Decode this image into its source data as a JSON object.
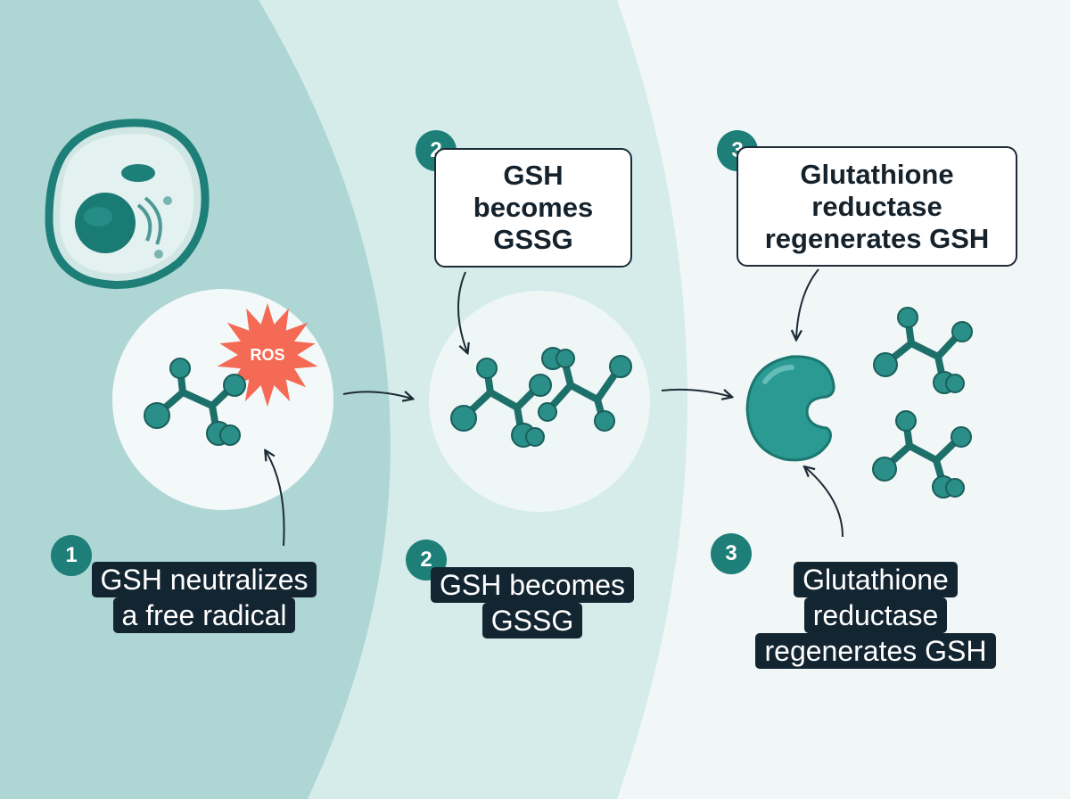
{
  "steps": [
    {
      "number": "1",
      "label_lines": [
        "GSH neutralizes",
        "a free radical"
      ]
    },
    {
      "number": "2",
      "title": "GSH becomes GSSG",
      "title_lines": [
        "GSH",
        "becomes",
        "GSSG"
      ],
      "label_lines": [
        "GSH becomes",
        "GSSG"
      ]
    },
    {
      "number": "3",
      "title": "Glutathione reductase regenerates GSH",
      "title_lines": [
        "Glutathione",
        "reductase",
        "regenerates GSH"
      ],
      "label_lines": [
        "Glutathione",
        "reductase",
        "regenerates GSH"
      ]
    }
  ],
  "ros_label": "ROS",
  "colors": {
    "accent": "#1e7f78",
    "molecule": "#2a8f88",
    "ros": "#f46a55",
    "label_bg": "#142532",
    "region1": "#aed6d4",
    "region2": "#d5eceb",
    "region3": "#f1f7f7"
  },
  "icons": [
    "cell-icon",
    "ros-burst-icon",
    "gsh-molecule-icon",
    "gssg-molecule-icon",
    "enzyme-icon",
    "arrow-icon"
  ]
}
